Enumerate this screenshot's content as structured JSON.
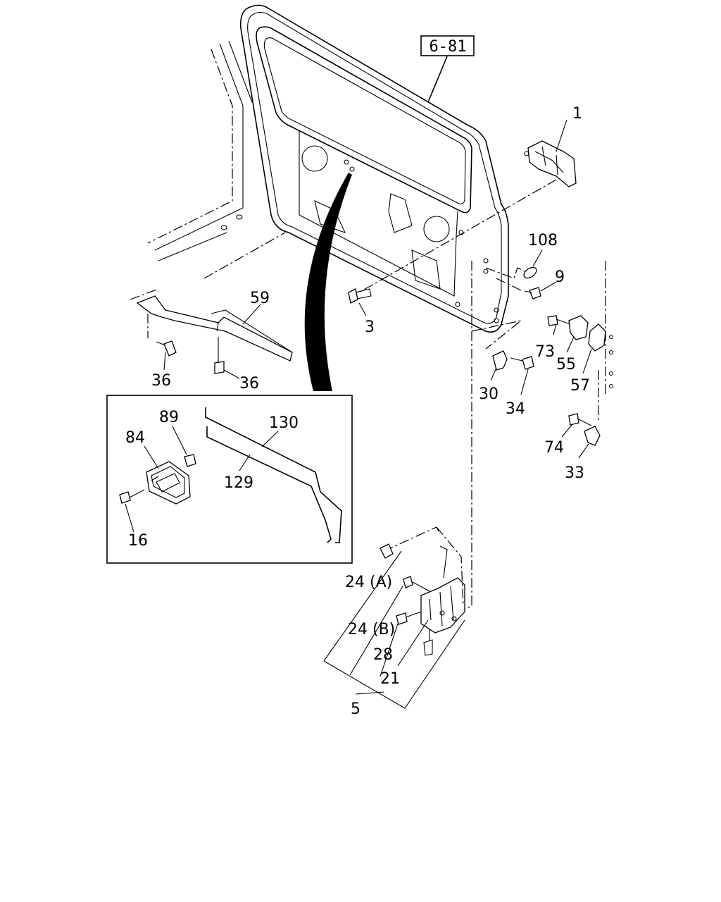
{
  "reference_box": "6-81",
  "callouts": {
    "c1": "1",
    "c108": "108",
    "c9": "9",
    "c3": "3",
    "c59": "59",
    "c36a": "36",
    "c36b": "36",
    "c73": "73",
    "c55": "55",
    "c57": "57",
    "c30": "30",
    "c34": "34",
    "c74": "74",
    "c33": "33",
    "c89": "89",
    "c84": "84",
    "c130": "130",
    "c129": "129",
    "c16": "16",
    "c24a": "24 (A)",
    "c24b": "24 (B)",
    "c28": "28",
    "c21": "21",
    "c5": "5"
  }
}
